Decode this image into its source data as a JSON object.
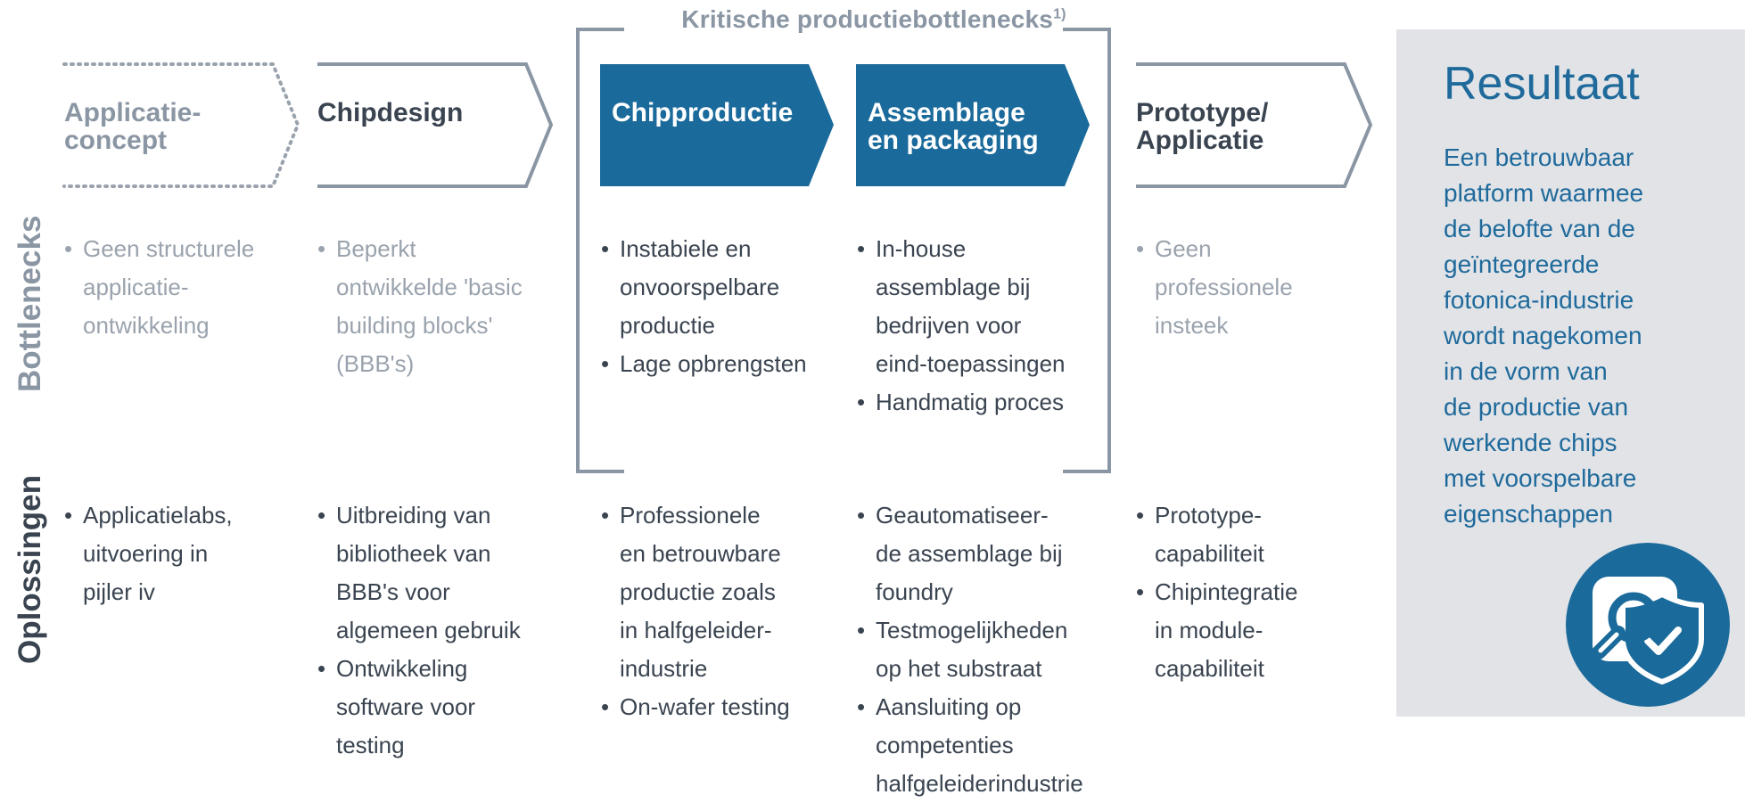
{
  "header": {
    "title": "Kritische productiebottlenecks",
    "title_note": "1)"
  },
  "steps": [
    {
      "label": "Applicatie-\nconcept"
    },
    {
      "label": "Chipdesign"
    },
    {
      "label": "Chipproductie"
    },
    {
      "label": "Assemblage\nen packaging"
    },
    {
      "label": "Prototype/\nApplicatie"
    }
  ],
  "rows": {
    "bottlenecks_label": "Bottlenecks",
    "oplossingen_label": "Oplossingen"
  },
  "bottlenecks": [
    {
      "items": [
        "Geen structurele\napplicatie-\nontwikkeling"
      ]
    },
    {
      "items": [
        "Beperkt\nontwikkelde 'basic\nbuilding blocks'\n(BBB's)"
      ]
    },
    {
      "items": [
        "Instabiele en\nonvoorspelbare\nproductie",
        "Lage opbrengsten"
      ]
    },
    {
      "items": [
        "In-house\nassemblage bij\nbedrijven voor\neind-toepassingen",
        "Handmatig proces"
      ]
    },
    {
      "items": [
        "Geen\nprofessionele\ninsteek"
      ]
    }
  ],
  "oplossingen": [
    {
      "items": [
        "Applicatielabs,\nuitvoering in\npijler iv"
      ]
    },
    {
      "items": [
        "Uitbreiding van\nbibliotheek van\nBBB's voor\nalgemeen gebruik",
        "Ontwikkeling\nsoftware voor\ntesting"
      ]
    },
    {
      "items": [
        "Professionele\nen betrouwbare\nproductie zoals\nin halfgeleider-\nindustrie",
        "On-wafer testing"
      ]
    },
    {
      "items": [
        "Geautomatiseer-\nde assemblage bij\nfoundry",
        "Testmogelijkheden\nop het substraat",
        "Aansluiting op\ncompetenties\nhalfgeleiderindustrie"
      ]
    },
    {
      "items": [
        "Prototype-\ncapabiliteit",
        "Chipintegratie\nin module-\ncapabiliteit"
      ]
    }
  ],
  "result": {
    "title": "Resultaat",
    "text": "Een betrouwbaar\nplatform waarmee\nde belofte van de\ngeïntegreerde\nfotonica-industrie\nwordt nagekomen\nin de vorm van\nde productie van\nwerkende chips\nmet voorspelbare\neigenschappen",
    "icon": "shield-search-icon"
  },
  "colors": {
    "accent_blue": "#1a6a9b",
    "outline_gray": "#8a96a3",
    "dark_text": "#3a4450",
    "muted_text": "#9aa3ad",
    "panel_bg": "#e1e3e7"
  }
}
